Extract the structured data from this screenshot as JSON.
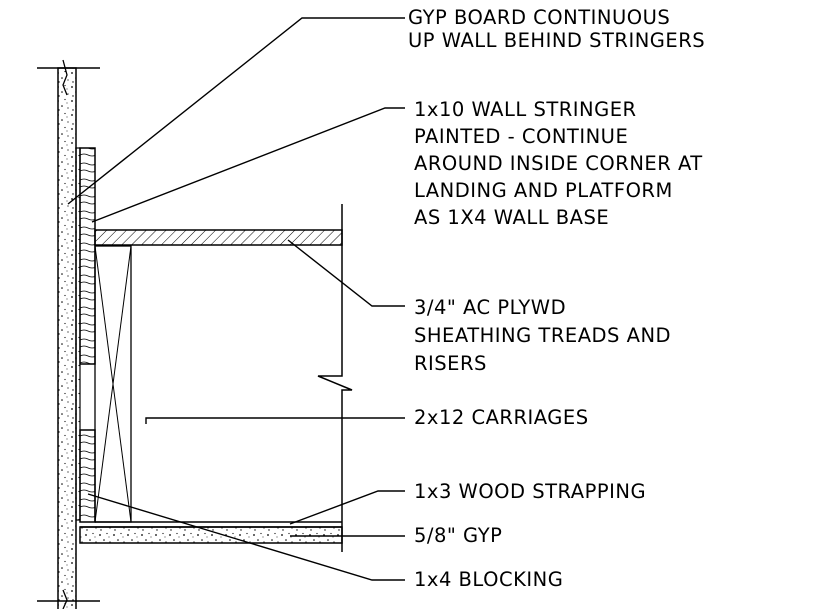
{
  "labels": {
    "gyp_board": [
      "GYP BOARD CONTINUOUS",
      "UP WALL BEHIND STRINGERS"
    ],
    "wall_stringer": [
      "1x10 WALL STRINGER",
      "PAINTED - CONTINUE",
      "AROUND INSIDE CORNER AT",
      "LANDING AND PLATFORM",
      "AS 1X4 WALL BASE"
    ],
    "plywood": [
      "3/4\" AC PLYWD",
      "SHEATHING TREADS AND",
      "RISERS"
    ],
    "carriages": [
      "2x12 CARRIAGES"
    ],
    "strapping": [
      "1x3 WOOD STRAPPING"
    ],
    "gyp_ceiling": [
      "5/8\" GYP"
    ],
    "blocking": [
      "1x4 BLOCKING"
    ]
  },
  "colors": {
    "line": "#000000",
    "background": "#ffffff"
  }
}
